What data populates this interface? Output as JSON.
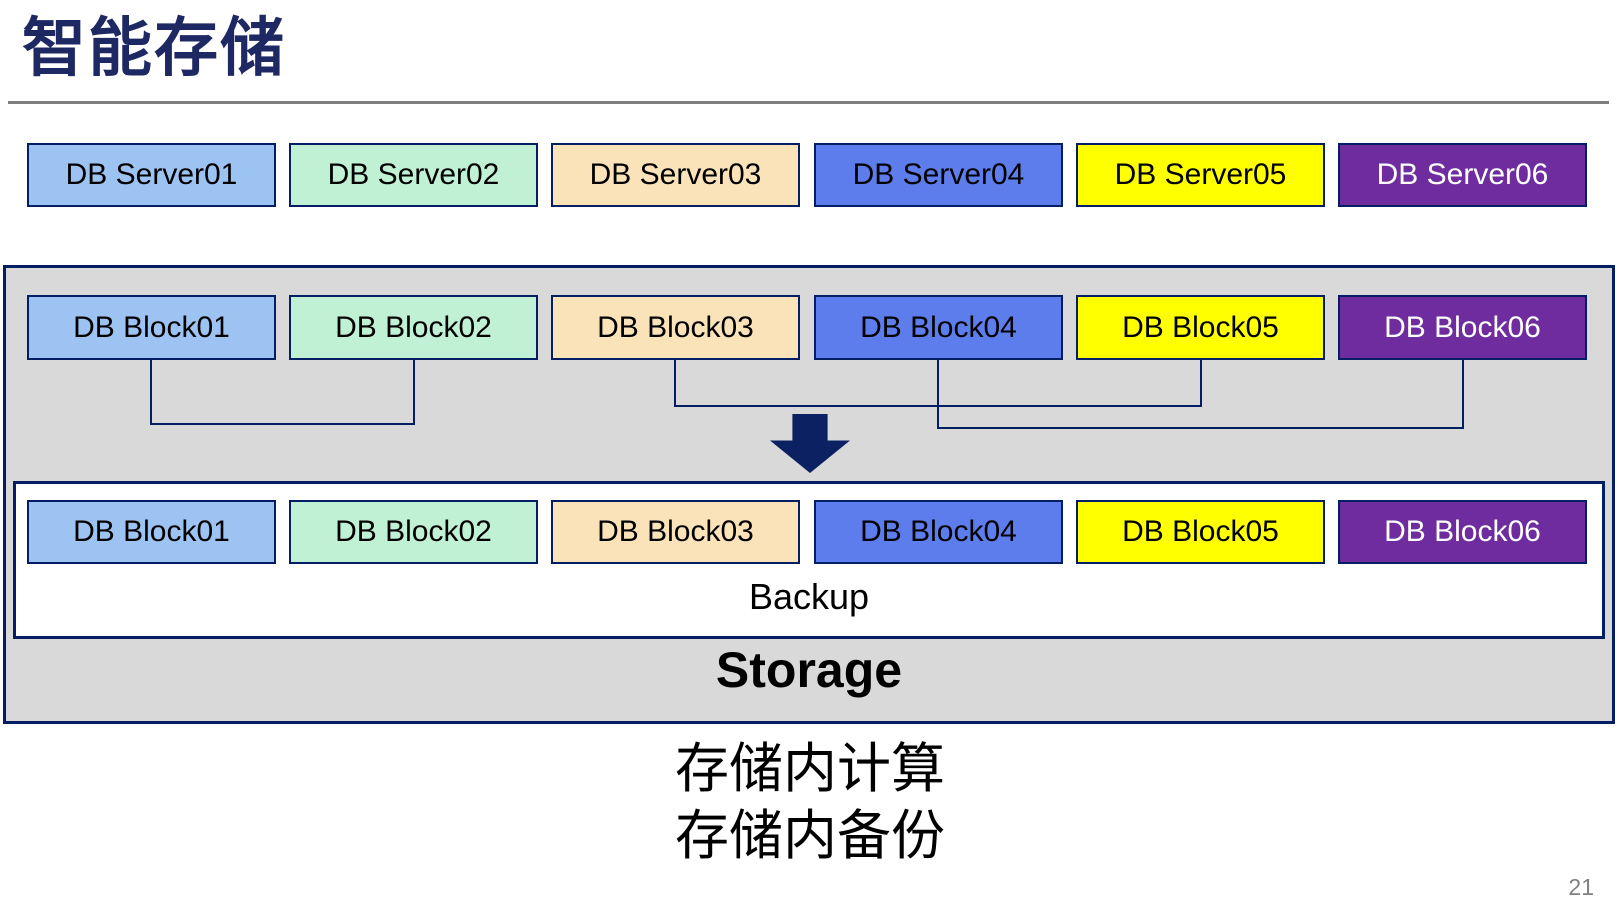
{
  "title": "智能存储",
  "palette": [
    {
      "bg": "#9CC3F2",
      "fg": "#000000"
    },
    {
      "bg": "#C1F1D5",
      "fg": "#000000"
    },
    {
      "bg": "#FBE3B9",
      "fg": "#000000"
    },
    {
      "bg": "#5E7DEC",
      "fg": "#000000"
    },
    {
      "bg": "#FFFF00",
      "fg": "#000000"
    },
    {
      "bg": "#6E2C9F",
      "fg": "#FFFFFF"
    }
  ],
  "servers": {
    "items": [
      {
        "label": "DB Server01"
      },
      {
        "label": "DB Server02"
      },
      {
        "label": "DB Server03"
      },
      {
        "label": "DB Server04"
      },
      {
        "label": "DB Server05"
      },
      {
        "label": "DB Server06"
      }
    ]
  },
  "storage": {
    "label": "Storage",
    "blocks_top": [
      {
        "label": "DB Block01"
      },
      {
        "label": "DB Block02"
      },
      {
        "label": "DB Block03"
      },
      {
        "label": "DB Block04"
      },
      {
        "label": "DB Block05"
      },
      {
        "label": "DB Block06"
      }
    ],
    "backup": {
      "label": "Backup",
      "blocks": [
        {
          "label": "DB Block01"
        },
        {
          "label": "DB Block02"
        },
        {
          "label": "DB Block03"
        },
        {
          "label": "DB Block04"
        },
        {
          "label": "DB Block05"
        },
        {
          "label": "DB Block06"
        }
      ]
    }
  },
  "captions": {
    "line1": "存储内计算",
    "line2": "存储内备份"
  },
  "page_number": "21",
  "colors": {
    "navy_line": "#041E63",
    "title_text": "#1E2964",
    "container_bg": "#D9D9D9",
    "divider": "#7F7F7F",
    "page_number_text": "#808080"
  }
}
